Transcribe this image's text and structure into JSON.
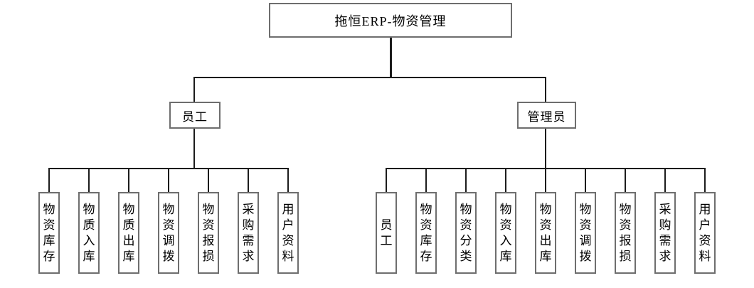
{
  "diagram": {
    "title": "拖恒ERP-物资管理",
    "branches": [
      {
        "label": "员工",
        "children": [
          "物资库存",
          "物质入库",
          "物质出库",
          "物资调拨",
          "物资报损",
          "采购需求",
          "用户资料"
        ]
      },
      {
        "label": "管理员",
        "children": [
          "员工",
          "物资库存",
          "物资分类",
          "物资入库",
          "物资出库",
          "物资调拨",
          "物资报损",
          "采购需求",
          "用户资料"
        ]
      }
    ]
  },
  "colors": {
    "background": "#ffffff",
    "box_border": "#6e6e6e",
    "connector": "#1c1c1c",
    "text": "#000000"
  }
}
